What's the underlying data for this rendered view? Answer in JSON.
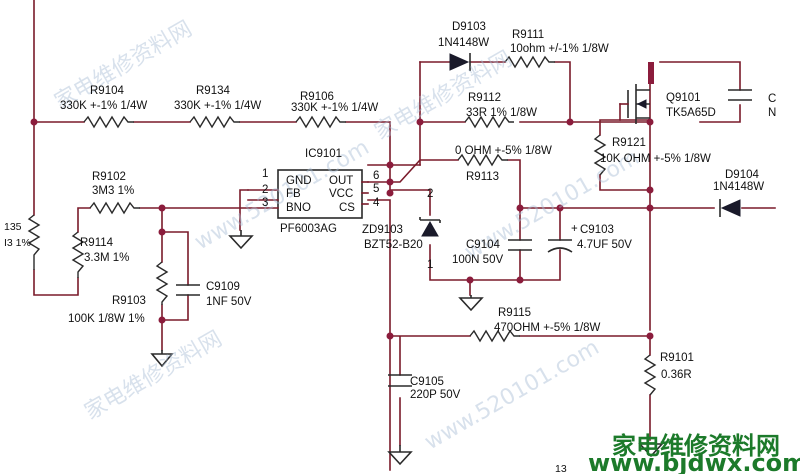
{
  "components": {
    "D9103": {
      "ref": "D9103",
      "value": "1N4148W"
    },
    "R9111": {
      "ref": "R9111",
      "value": "10ohm +/-1% 1/8W"
    },
    "R9104": {
      "ref": "R9104",
      "value": "330K +-1% 1/4W"
    },
    "R9134": {
      "ref": "R9134",
      "value": "330K +-1% 1/4W"
    },
    "R9106": {
      "ref": "R9106",
      "value": "330K +-1% 1/4W"
    },
    "R9112": {
      "ref": "R9112",
      "value": "33R 1% 1/8W"
    },
    "Q9101": {
      "ref": "Q9101",
      "value": "TK5A65D"
    },
    "R9121": {
      "ref": "R9121",
      "value": "10K OHM +-5% 1/8W"
    },
    "D9104": {
      "ref": "D9104",
      "value": "1N4148W"
    },
    "IC9101": {
      "ref": "IC9101",
      "value": "PF6003AG"
    },
    "R9113": {
      "ref": "R9113",
      "value": "0 OHM +-5% 1/8W"
    },
    "R9102": {
      "ref": "R9102",
      "value": "3M3 1%"
    },
    "R9114": {
      "ref": "R9114",
      "value": "3.3M 1%"
    },
    "R9103": {
      "ref": "R9103",
      "value": "100K 1/8W 1%"
    },
    "C9109": {
      "ref": "C9109",
      "value": "1NF 50V"
    },
    "ZD9103": {
      "ref": "ZD9103",
      "value": "BZT52-B20"
    },
    "C9104": {
      "ref": "C9104",
      "value": "100N 50V"
    },
    "C9103": {
      "ref": "C9103",
      "value": "4.7UF 50V",
      "polarity": "+"
    },
    "R9115": {
      "ref": "R9115",
      "value": "470OHM +-5% 1/8W"
    },
    "R9101": {
      "ref": "R9101",
      "value": "0.36R"
    },
    "C9105": {
      "ref": "C9105",
      "value": "220P 50V"
    }
  },
  "ic_pins": {
    "left": [
      {
        "num": "1",
        "name": "GND"
      },
      {
        "num": "2",
        "name": "FB"
      },
      {
        "num": "3",
        "name": "BNO"
      }
    ],
    "right": [
      {
        "num": "6",
        "name": "OUT"
      },
      {
        "num": "5",
        "name": "VCC"
      },
      {
        "num": "4",
        "name": "CS"
      }
    ]
  },
  "zener_pins": {
    "top": "2",
    "bottom": "1"
  },
  "partial_labels": {
    "left_resistor_a": "135",
    "left_resistor_b": "I3 1%",
    "right_edge_c": "C",
    "right_edge_n": "N",
    "bottom_edge": "13"
  },
  "watermarks": {
    "site_cn": "家电维修资料网",
    "site_num": "www.520101.com",
    "logo_cn": "家电维修资料网",
    "logo_url": "www.bjdwx.com"
  },
  "colors": {
    "wire": "#7a1a2a",
    "junction": "#8b1c3c",
    "watermark": "#a9bed6",
    "logo": "#1c7a2a"
  }
}
